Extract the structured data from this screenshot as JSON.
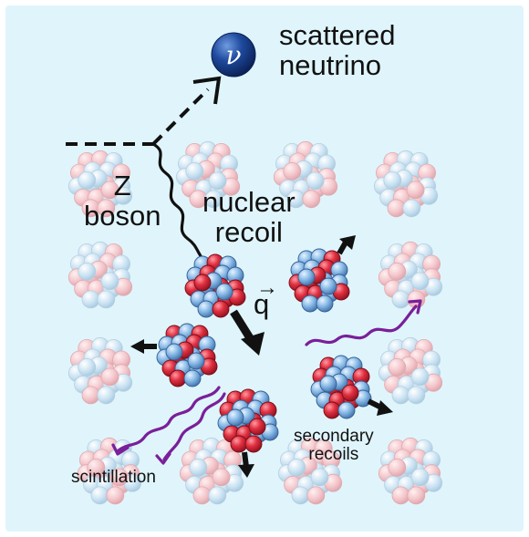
{
  "diagram": {
    "neutrino_symbol": "ν",
    "labels": {
      "scattered_neutrino": [
        "scattered",
        "neutrino"
      ],
      "z_boson": [
        "Z",
        "boson"
      ],
      "nuclear_recoil": [
        "nuclear",
        "recoil"
      ],
      "momentum_transfer": "q",
      "scintillation": "scintillation",
      "secondary_recoils": [
        "secondary",
        "recoils"
      ]
    },
    "colors": {
      "background": "#dff5fb",
      "frame": "#ffffff",
      "proton_red": "#d8283a",
      "neutron_blue": "#7fb4e3",
      "photon_purple": "#7a1f9a",
      "neutrino_blue": "#153a86",
      "arrow_black": "#111111"
    },
    "icons": [
      "neutrino-particle-icon",
      "nucleus-icon",
      "photon-wave-icon",
      "recoil-arrow-icon"
    ]
  }
}
